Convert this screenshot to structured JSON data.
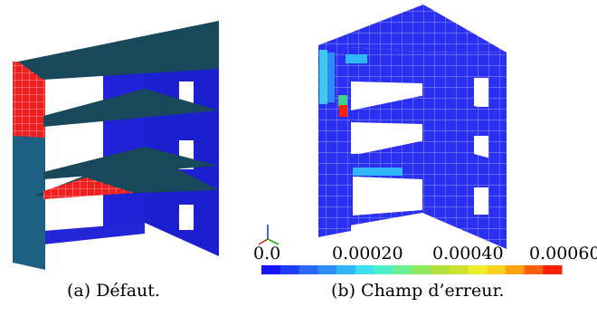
{
  "figure_a": {
    "caption": "(a)  Défaut."
  },
  "figure_b": {
    "caption": "(b)  Champ d’erreur."
  },
  "color_scale": {
    "ticks": [
      "0.0",
      "0.00020",
      "0.00040",
      "0.00060"
    ],
    "colors": [
      "#1515ff",
      "#1f3cff",
      "#2a66ff",
      "#2d8eff",
      "#2fb6ff",
      "#3ee0f0",
      "#4ef0c8",
      "#6cf090",
      "#8fe860",
      "#b0e040",
      "#d0e030",
      "#eeee2a",
      "#ffd020",
      "#ffa010",
      "#ff6010",
      "#ff2000"
    ]
  },
  "colors": {
    "slab": "#17495b",
    "wall_blue": "#1c1fcf",
    "defect_red": "#f21f1f",
    "column": "#1e5f84",
    "mesh_blue": "#2a2ff2",
    "mesh_line": "#a9b4ff"
  }
}
